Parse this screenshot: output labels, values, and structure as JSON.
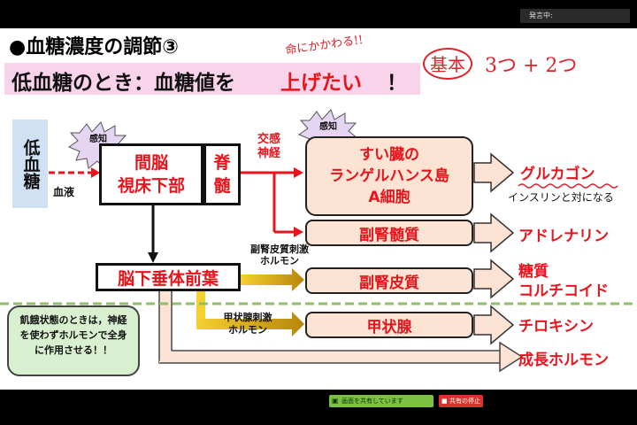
{
  "speaking_indicator": "発言中:",
  "slide": {
    "title": "●血糖濃度の調節③",
    "subtitle_black": "低血糖のとき：血糖値を",
    "subtitle_red": "上げたい",
    "subtitle_end": "！",
    "handwritten": {
      "life": "命にかかわる!!",
      "basic": "基本",
      "count": "3つ + 2つ",
      "note": "インスリンと対になる"
    },
    "low_blood_sugar": "低血糖",
    "blood_label": "血液",
    "sense_label": "感知",
    "sense_label_2": "感知",
    "hypothalamus": [
      "間脳",
      "視床下部"
    ],
    "spinal": [
      "脊",
      "髄"
    ],
    "sympathetic": [
      "交感",
      "神経"
    ],
    "pancreas": [
      "すい臓の",
      "ランゲルハンス島",
      "A細胞"
    ],
    "adrenal_medulla": "副腎髄質",
    "pituitary": "脳下垂体前葉",
    "acth_label": [
      "副腎皮質刺激",
      "ホルモン"
    ],
    "adrenal_cortex": "副腎皮質",
    "tsh_label": [
      "甲状腺刺激",
      "ホルモン"
    ],
    "thyroid": "甲状腺",
    "hormones": {
      "glucagon": "グルカゴン",
      "adrenaline": "アドレナリン",
      "glucocorticoid_1": "糖質",
      "glucocorticoid_2": "コルチコイド",
      "thyroxine": "チロキシン",
      "growth": "成長ホルモン"
    },
    "note": "飢餓状態のときは，神経を使わずホルモンで全身に作用させる！！"
  },
  "bottom": {
    "sharing": "画面を共有しています",
    "stop": "共有の停止"
  },
  "colors": {
    "accent_red": "#e8141c",
    "peach": "#fde3d3",
    "pink": "#f9d3ea",
    "note_green": "#d9f0d0",
    "divider_green": "#8fbf6a",
    "share_green": "#7cc242",
    "stop_red": "#d9342b"
  }
}
